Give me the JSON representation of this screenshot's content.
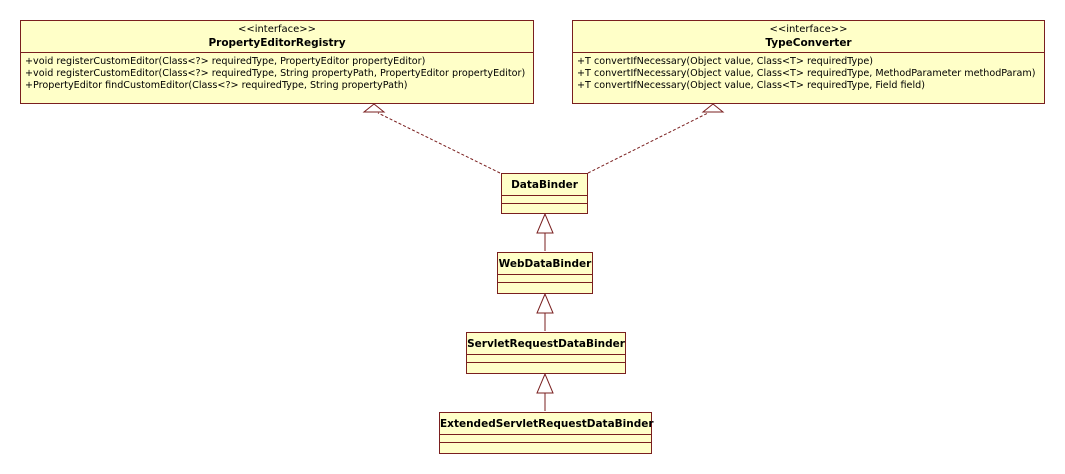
{
  "interfaces": {
    "property_editor_registry": {
      "stereotype": "<<interface>>",
      "name": "PropertyEditorRegistry",
      "operations": [
        "+void registerCustomEditor(Class<?> requiredType, PropertyEditor propertyEditor)",
        "+void registerCustomEditor(Class<?> requiredType, String propertyPath, PropertyEditor propertyEditor)",
        "+PropertyEditor findCustomEditor(Class<?> requiredType, String propertyPath)"
      ]
    },
    "type_converter": {
      "stereotype": "<<interface>>",
      "name": "TypeConverter",
      "operations": [
        "+T convertIfNecessary(Object value, Class<T> requiredType)",
        "+T convertIfNecessary(Object value, Class<T> requiredType, MethodParameter methodParam)",
        "+T convertIfNecessary(Object value, Class<T> requiredType, Field field)"
      ]
    }
  },
  "classes": {
    "data_binder": {
      "name": "DataBinder"
    },
    "web_data_binder": {
      "name": "WebDataBinder"
    },
    "servlet_request_data_binder": {
      "name": "ServletRequestDataBinder"
    },
    "extended_servlet_request_data_binder": {
      "name": "ExtendedServletRequestDataBinder"
    }
  },
  "colors": {
    "box_fill": "#ffffc8",
    "border": "#7a1f1f",
    "line": "#7a1f1f"
  }
}
